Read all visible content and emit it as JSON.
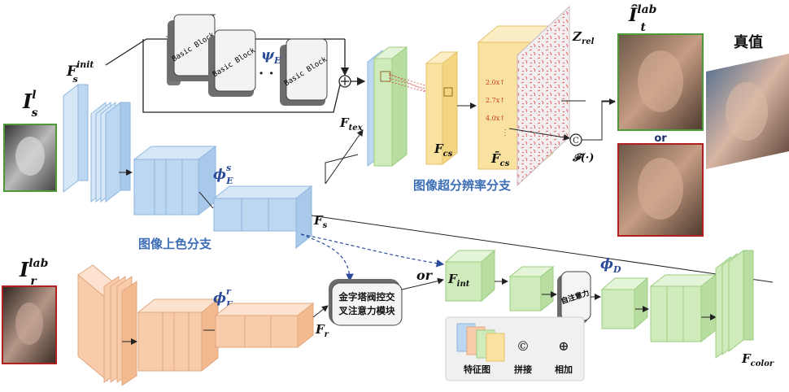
{
  "labels": {
    "Is": "I",
    "Is_sup": "l",
    "Is_sub": "s",
    "Fs_init": "F",
    "Fs_init_sup": "init",
    "Fs_init_sub": "s",
    "psiE": "ψ",
    "psiE_sub": "E",
    "phiE_s": "ϕ",
    "phiE_s_sup": "s",
    "phiE_s_sub": "E",
    "Fs": "F",
    "Fs_sub": "s",
    "Ir": "I",
    "Ir_sup": "lab",
    "Ir_sub": "r",
    "phiE_r": "ϕ",
    "phiE_r_sup": "r",
    "phiE_r_sub": "E",
    "Fr": "F",
    "Fr_sub": "r",
    "Ftex": "F",
    "Ftex_sub": "tex",
    "Fcs": "F",
    "Fcs_sub": "cs",
    "Fcs_bar": "F̄",
    "Fcs_bar_sub": "cs",
    "Zrel": "Z",
    "Zrel_sub": "rel",
    "Ffunc": "𝓕(·)",
    "It": "Î",
    "It_sup": "lab",
    "It_sub": "t",
    "Fint": "F",
    "Fint_sub": "int",
    "phiD": "ϕ",
    "phiD_sub": "D",
    "Fcolor": "F",
    "Fcolor_sub": "color",
    "or1": "or",
    "or2": "or",
    "ratio1": "2.0x↑",
    "ratio2": "2.7x↑",
    "ratio3": "4.0x↑"
  },
  "blocks": {
    "basic_block": "Basic Block",
    "dots": "· · ·",
    "pyramid_line1": "金字塔阀控交",
    "pyramid_line2": "叉注意力模块",
    "self_attn": "自注意力"
  },
  "section_titles": {
    "colorization": "图像上色分支",
    "super_resolution": "图像超分辨率分支",
    "ground_truth": "真值"
  },
  "legend": {
    "feature_map": "特征图",
    "concat_symbol": "©",
    "concat": "拼接",
    "add_symbol": "⊕",
    "add": "相加"
  },
  "colors": {
    "blue_block": "#bcd7f2",
    "orange_block": "#f8ccaa",
    "green_block": "#cfeabb",
    "yellow_block": "#f9e2a0",
    "section_title": "#3e6fb6"
  }
}
